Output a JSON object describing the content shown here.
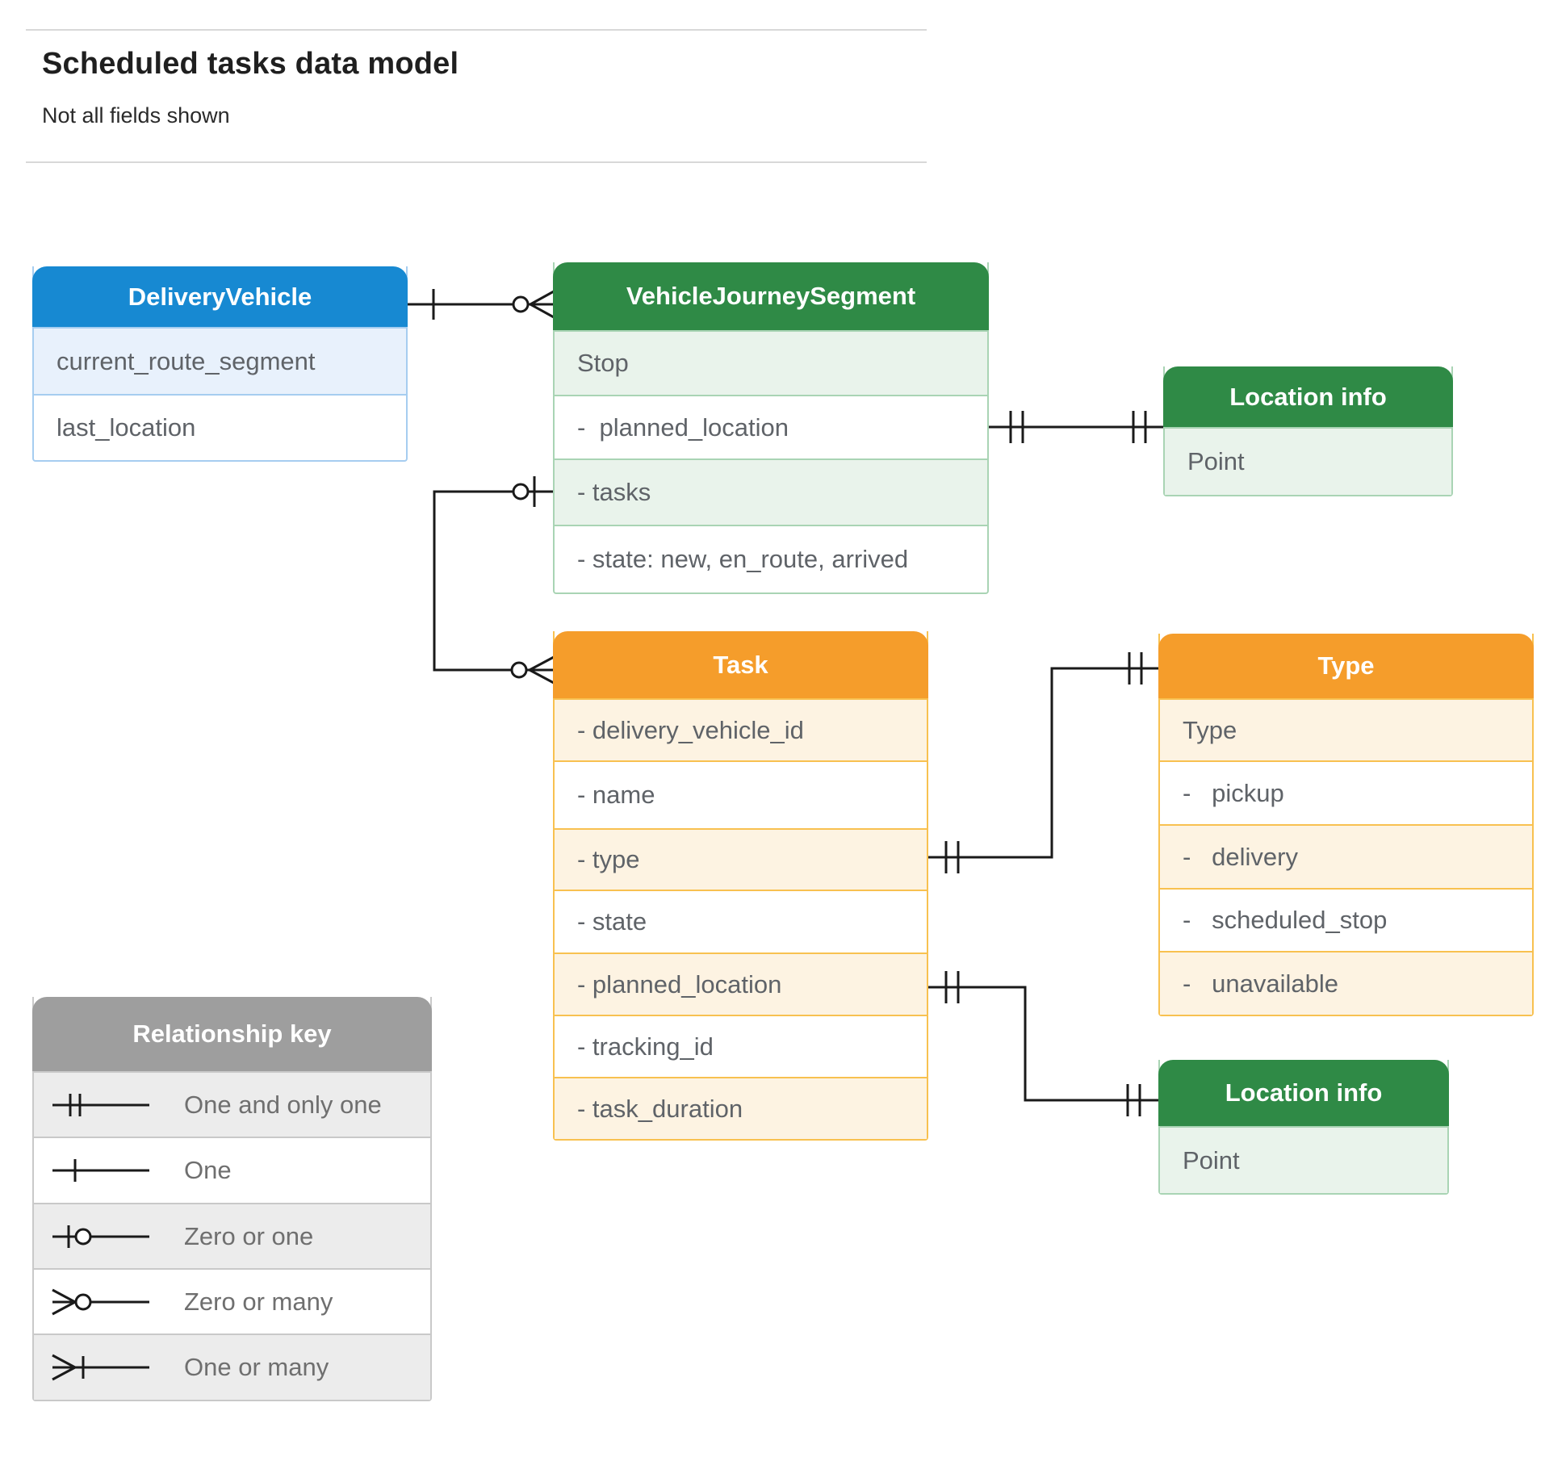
{
  "page": {
    "title": "Scheduled tasks data model",
    "subtitle": "Not all fields shown"
  },
  "entities": {
    "delivery_vehicle": {
      "title": "DeliveryVehicle",
      "fields": [
        "current_route_segment",
        "last_location"
      ]
    },
    "vehicle_journey_segment": {
      "title": "VehicleJourneySegment",
      "fields": [
        "Stop",
        "-  planned_location",
        "- tasks",
        "- state: new, en_route, arrived"
      ]
    },
    "location_info_top": {
      "title": "Location info",
      "fields": [
        "Point"
      ]
    },
    "task": {
      "title": "Task",
      "fields": [
        "- delivery_vehicle_id",
        "- name",
        "- type",
        "- state",
        "- planned_location",
        "- tracking_id",
        "- task_duration"
      ]
    },
    "type": {
      "title": "Type",
      "fields": [
        "Type",
        "-   pickup",
        "-   delivery",
        "-   scheduled_stop",
        "-   unavailable"
      ]
    },
    "location_info_bottom": {
      "title": "Location info",
      "fields": [
        "Point"
      ]
    }
  },
  "legend": {
    "title": "Relationship key",
    "items": [
      {
        "symbol": "one-and-only-one",
        "label": "One and only one"
      },
      {
        "symbol": "one",
        "label": "One"
      },
      {
        "symbol": "zero-or-one",
        "label": "Zero or one"
      },
      {
        "symbol": "zero-or-many",
        "label": "Zero or many"
      },
      {
        "symbol": "one-or-many",
        "label": "One or many"
      }
    ]
  },
  "relationships": [
    {
      "from": "DeliveryVehicle",
      "from_cardinality": "one",
      "to": "VehicleJourneySegment",
      "to_cardinality": "zero-or-many"
    },
    {
      "from": "VehicleJourneySegment.planned_location",
      "from_cardinality": "one-and-only-one",
      "to": "Location info",
      "to_cardinality": "one-and-only-one"
    },
    {
      "from": "VehicleJourneySegment.tasks",
      "from_cardinality": "zero-or-one",
      "to": "Task",
      "to_cardinality": "zero-or-many"
    },
    {
      "from": "Task.type",
      "from_cardinality": "one-and-only-one",
      "to": "Type",
      "to_cardinality": "one-and-only-one"
    },
    {
      "from": "Task.planned_location",
      "from_cardinality": "one-and-only-one",
      "to": "Location info",
      "to_cardinality": "one-and-only-one"
    }
  ],
  "colors": {
    "blue_header": "#1789d2",
    "green_header": "#2f8a46",
    "orange_header": "#f59d2b",
    "gray_header": "#9e9e9e",
    "blue_tint": "#e8f1fc",
    "green_tint": "#e9f3eb",
    "orange_tint": "#fdf3e2",
    "gray_tint": "#ececec",
    "field_text": "#5f6368",
    "connector": "#1a1a1a"
  }
}
